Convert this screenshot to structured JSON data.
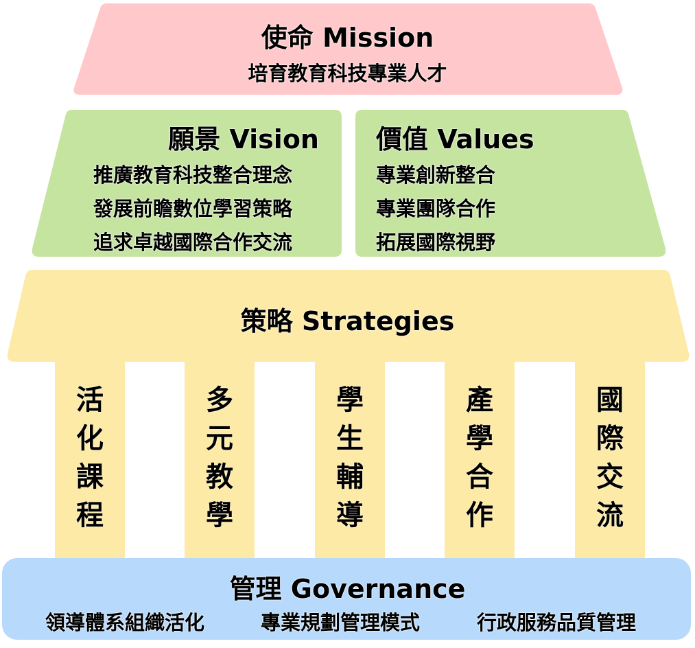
{
  "colors": {
    "mission": "#ffc8ca",
    "vision": "#c5e4a0",
    "values": "#c5e4a0",
    "strategies": "#fdeaa6",
    "pillars": "#fdeaa6",
    "governance": "#b6d9fc"
  },
  "mission": {
    "title": "使命  Mission",
    "text": "培育教育科技專業人才"
  },
  "vision": {
    "title": "願景  Vision",
    "items": [
      "推廣教育科技整合理念",
      "發展前瞻數位學習策略",
      "追求卓越國際合作交流"
    ]
  },
  "values": {
    "title": "價值  Values",
    "items": [
      "專業創新整合",
      "專業團隊合作",
      "拓展國際視野"
    ]
  },
  "strategies": {
    "title": "策略  Strategies",
    "pillars": [
      [
        "活",
        "化",
        "課",
        "程"
      ],
      [
        "多",
        "元",
        "教",
        "學"
      ],
      [
        "學",
        "生",
        "輔",
        "導"
      ],
      [
        "產",
        "學",
        "合",
        "作"
      ],
      [
        "國",
        "際",
        "交",
        "流"
      ]
    ]
  },
  "governance": {
    "title": "管理  Governance",
    "items": [
      "領導體系組織活化",
      "專業規劃管理模式",
      "行政服務品質管理"
    ]
  }
}
